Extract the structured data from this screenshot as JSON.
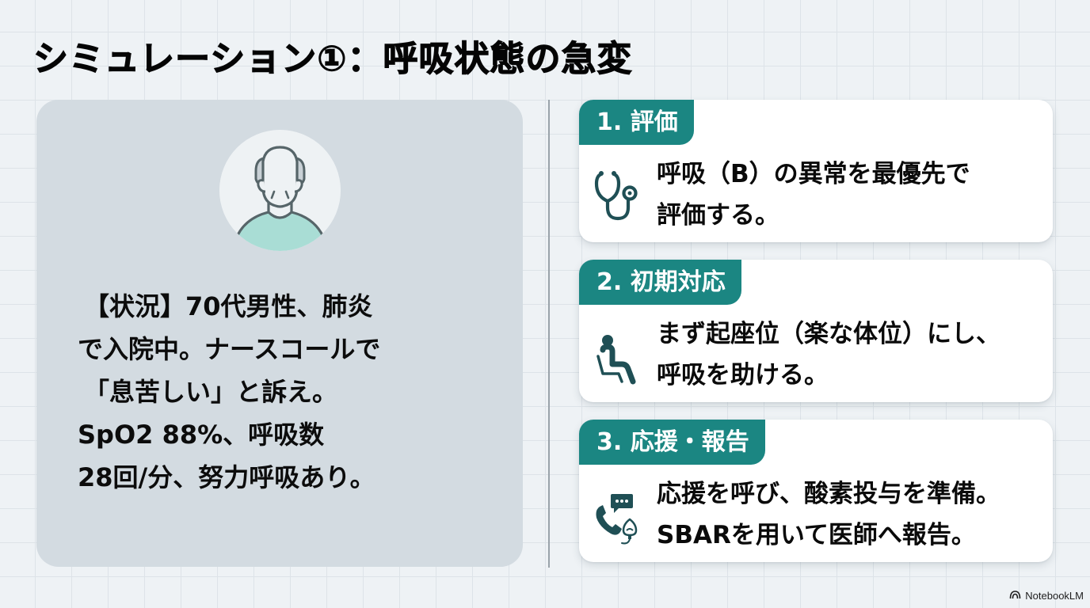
{
  "slide": {
    "title": "シミュレーション①：呼吸状態の急変"
  },
  "patient": {
    "avatar_icon": "elderly-man-avatar-icon",
    "situation_lines": [
      "【状況】70代男性、肺炎",
      "で入院中。ナースコールで",
      "「息苦しい」と訴え。",
      "SpO2 88%、呼吸数",
      "28回/分、努力呼吸あり。"
    ]
  },
  "steps": [
    {
      "label": "1. 評価",
      "icon": "stethoscope-icon",
      "lines": [
        "呼吸（B）の異常を最優先で",
        "評価する。"
      ]
    },
    {
      "label": "2. 初期対応",
      "icon": "seated-person-icon",
      "lines": [
        "まず起座位（楽な体位）にし、",
        "呼吸を助ける。"
      ]
    },
    {
      "label": "3. 応援・報告",
      "icon": "phone-oxygen-mask-icon",
      "lines": [
        "応援を呼び、酸素投与を準備。",
        "SBARを用いて医師へ報告。"
      ]
    }
  ],
  "colors": {
    "accent_teal": "#1b8682",
    "icon_dark_teal": "#1f4f55",
    "left_card_bg": "#d3dbe1",
    "step_card_bg": "#ffffff",
    "page_bg": "#eef2f5"
  },
  "watermark": {
    "label": "NotebookLM",
    "icon": "notebooklm-logo-icon"
  }
}
